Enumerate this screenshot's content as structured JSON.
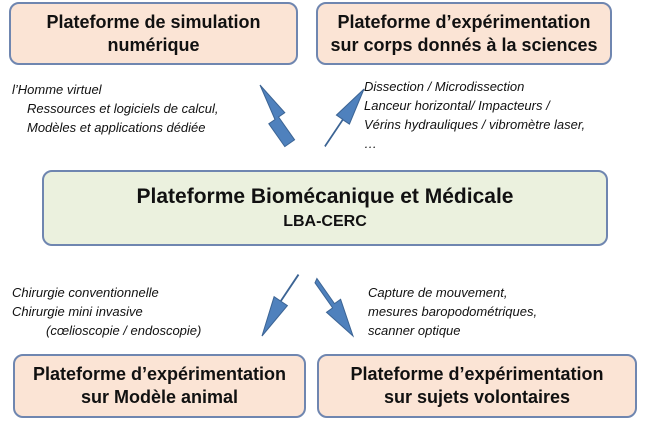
{
  "boxes": {
    "simulation": {
      "line1": "Plateforme de simulation",
      "line2": "numérique"
    },
    "corps": {
      "line1": "Plateforme d’expérimentation",
      "line2": "sur corps donnés à la sciences"
    },
    "center": {
      "title": "Plateforme Biomécanique et Médicale",
      "subtitle": "LBA-CERC"
    },
    "animal": {
      "line1": "Plateforme d’expérimentation",
      "line2": "sur Modèle animal"
    },
    "volontaires": {
      "line1": "Plateforme d’expérimentation",
      "line2": "sur sujets  volontaires"
    }
  },
  "notes": {
    "top_left": [
      "l’Homme virtuel",
      "Ressources et logiciels de calcul,",
      "Modèles et applications dédiée"
    ],
    "top_right": [
      "Dissection / Microdissection",
      "Lanceur horizontal/ Impacteurs /",
      "Vérins hydrauliques / vibromètre laser,",
      "…"
    ],
    "bottom_left": [
      "Chirurgie conventionnelle",
      "Chirurgie mini invasive",
      "(cœlioscopie / endoscopie)"
    ],
    "bottom_right": [
      "Capture de mouvement,",
      "mesures baropodométriques,",
      "scanner optique"
    ]
  },
  "colors": {
    "box_border": "#6f86b0",
    "peach_fill": "#fbe4d5",
    "green_fill": "#ebf1de",
    "arrow_fill": "#4f81bd",
    "arrow_stroke": "#3c6494"
  }
}
